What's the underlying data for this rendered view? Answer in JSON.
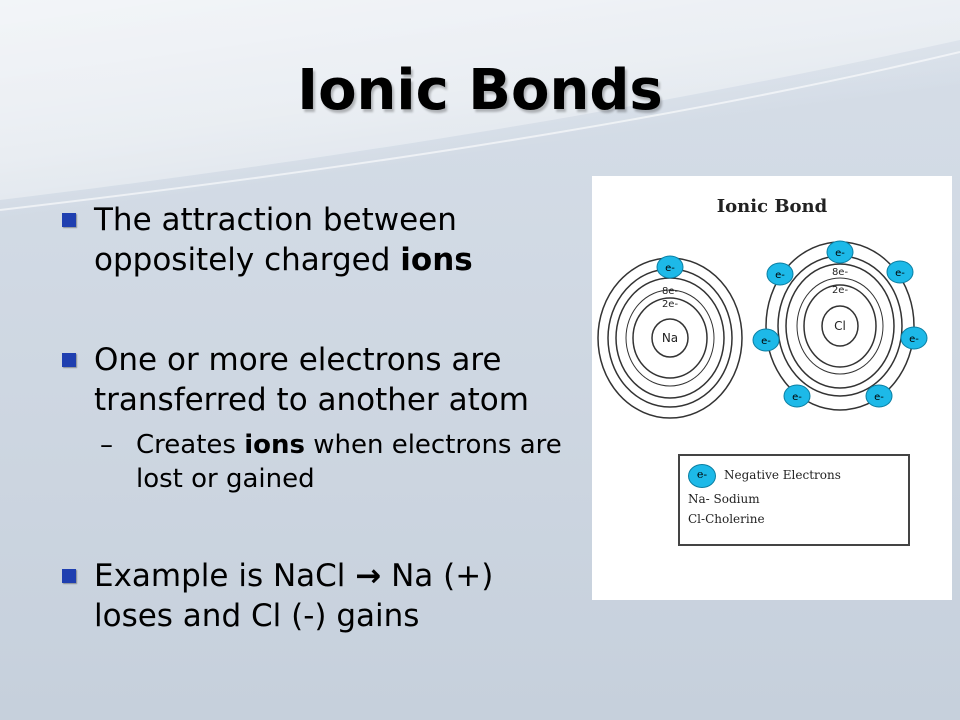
{
  "slide": {
    "title": "Ionic Bonds",
    "bullets": [
      {
        "pre": "The attraction between oppositely charged ",
        "bold": "ions",
        "post": ""
      },
      {
        "pre": "One or more electrons are transferred to another atom",
        "bold": "",
        "post": ""
      },
      {
        "pre": "Example is NaCl ",
        "arrow": "→",
        "post": " Na (+) loses and Cl (-) gains"
      }
    ],
    "sub_bullet": {
      "dash": "–",
      "pre": "Creates ",
      "bold": "ions",
      "post": " when electrons are lost or gained"
    }
  },
  "figure": {
    "title": "Ionic Bond",
    "na_label": "Na",
    "cl_label": "Cl",
    "na_shell_8e": "8e-",
    "na_shell_2e": "2e-",
    "cl_shell_8e": "8e-",
    "cl_shell_2e": "2e-",
    "electron_label": "e-",
    "legend": {
      "electron_label": "e-",
      "item1": "Negative Electrons",
      "item2": "Na- Sodium",
      "item3": "Cl-Cholerine"
    },
    "colors": {
      "electron_fill": "#1db9e8",
      "electron_stroke": "#0b7fa3"
    }
  }
}
